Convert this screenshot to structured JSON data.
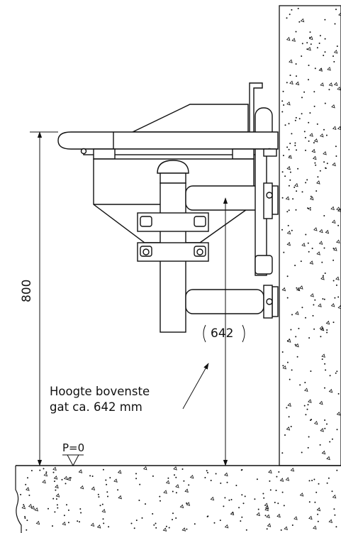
{
  "labels": {
    "height_dim": "800",
    "hole_dim": "642",
    "note_line1": "Hoogte bovenste",
    "note_line2": "gat ca. 642 mm",
    "floor_level": "P=0"
  },
  "colors": {
    "line": "#111111",
    "concrete_fill": "#ffffff",
    "background": "#ffffff"
  },
  "icons": {
    "level_marker": "triangle-down-icon"
  }
}
